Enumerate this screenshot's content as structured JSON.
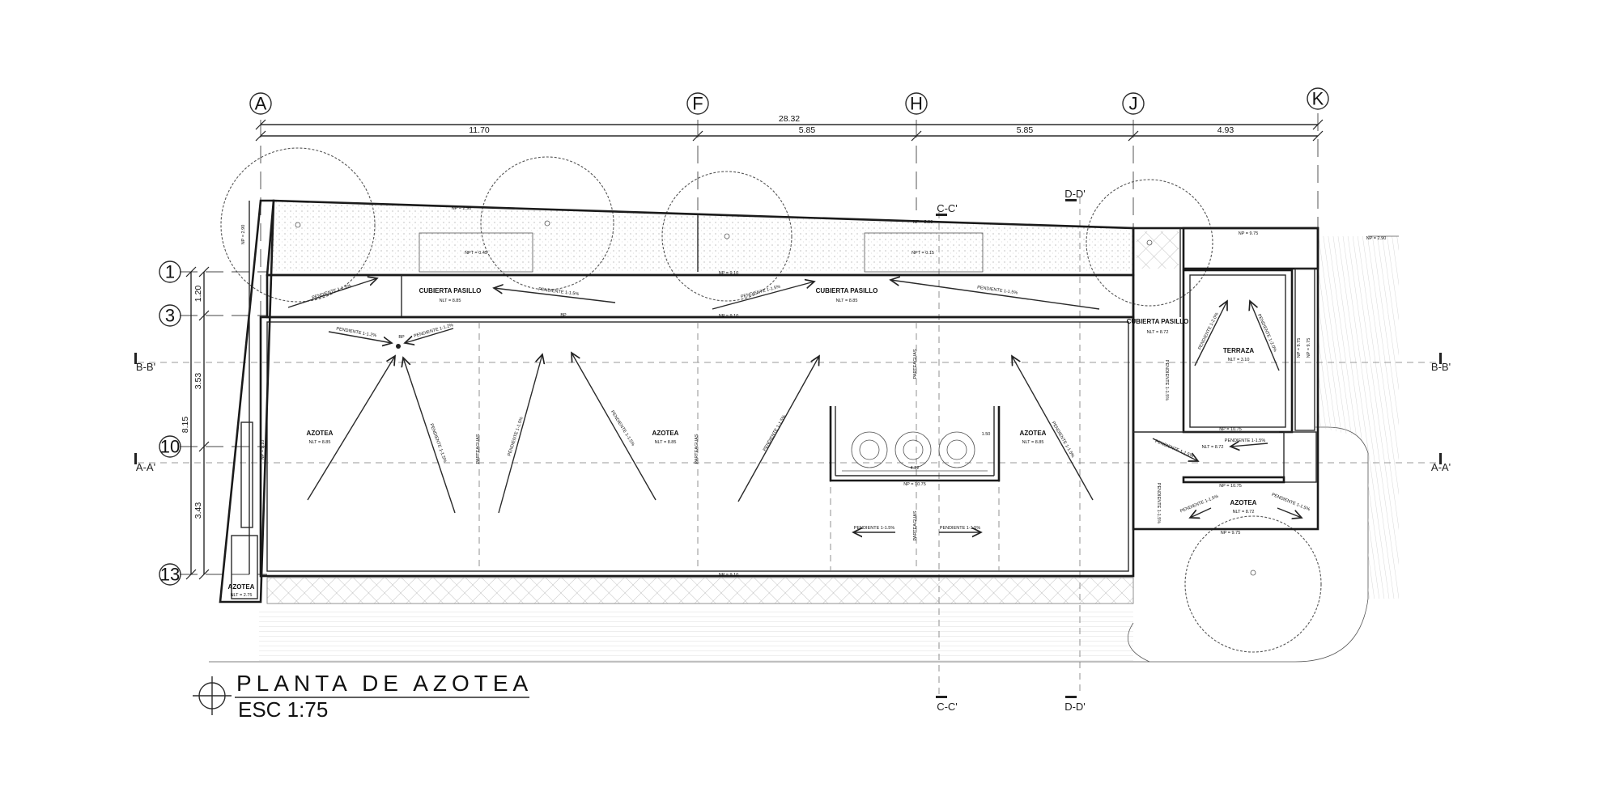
{
  "drawing": {
    "title": "PLANTA  DE AZOTEA",
    "scale": "ESC 1:75"
  },
  "axes": {
    "columns": [
      "A",
      "F",
      "H",
      "J",
      "K"
    ],
    "rows": [
      "1",
      "3",
      "10",
      "13"
    ]
  },
  "dimensions": {
    "overall": "28.32",
    "spans": [
      "11.70",
      "5.85",
      "5.85",
      "4.93"
    ],
    "vertical_total": "8.15",
    "vertical": [
      "1.20",
      "3.53",
      "3.43"
    ]
  },
  "sections": {
    "b_left": "B-B'",
    "b_right": "B-B'",
    "a_left": "A-A'",
    "a_right": "A-A'",
    "c_top": "C-C'",
    "c_bottom": "C-C'",
    "d_top": "D-D'",
    "d_bottom": "D-D'"
  },
  "labels": {
    "cubierta_pasillo": "CUBIERTA\nPASILLO",
    "cubierta_1": "CUBIERTA PASILLO",
    "cubierta_1_nlt": "NLT = 8.85",
    "cubierta_2": "CUBIERTA PASILLO",
    "cubierta_2_nlt": "NLT = 8.85",
    "cubierta_3": "CUBIERTA PASILLO",
    "cubierta_3_nlt": "NLT = 8.72",
    "azotea": "AZOTEA",
    "azotea_nlt": "NLT = 8.85",
    "azotea_2_nlt": "NLT = 8.85",
    "azotea_3_nlt": "NLT = 8.85",
    "azotea_small": "AZOTEA",
    "azotea_small_nlt": "NLT = 2.75",
    "azotea_right": "AZOTEA",
    "azotea_right_nlt": "NLT = 8.72",
    "terraza": "TERRAZA",
    "terraza_nlt": "NLT = 3.10",
    "parteaguas": "PARTEAGUAS",
    "npt_1": "NPT = 0.45",
    "npt_2": "NPT = 0.15",
    "np_290": "NP = 2.90",
    "np_910": "NP = 9.10",
    "np_1075": "NP = 10.75",
    "np_975": "NP = 9.75",
    "bp": "BP",
    "dim_422": "4.22",
    "dim_150": "1.50"
  },
  "slopes": {
    "p12": "PENDIENTE 1-1.2%",
    "p15": "PENDIENTE 1-1.5%",
    "p20": "PENDIENTE 1-2.0%"
  }
}
